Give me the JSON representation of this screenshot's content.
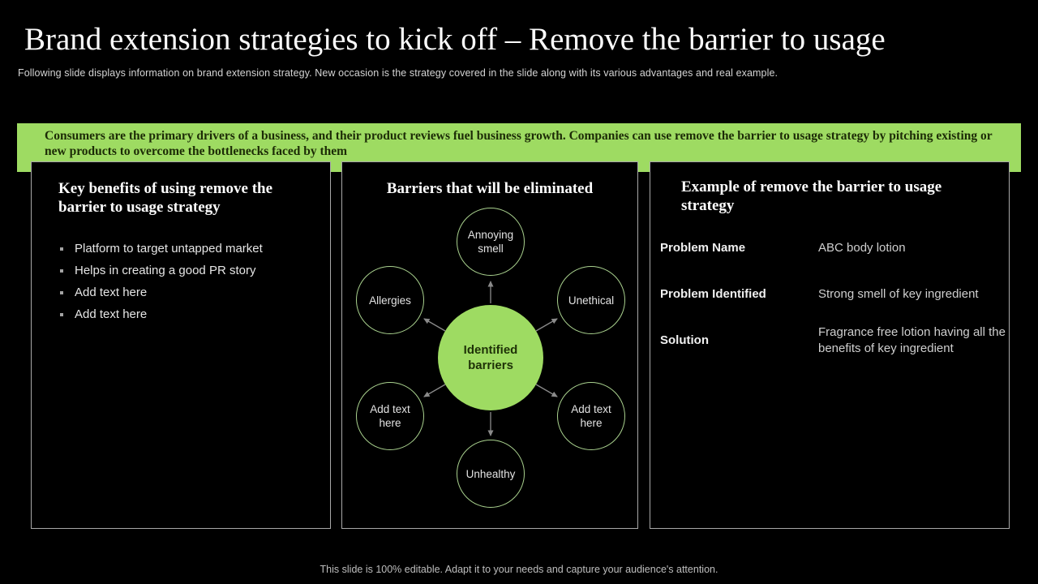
{
  "slide": {
    "title": "Brand extension strategies to kick off – Remove the barrier to usage",
    "subtitle": "Following slide displays information on brand extension strategy. New occasion is the strategy covered in the slide along with its various advantages and real example.",
    "banner": "Consumers are the primary drivers of a business, and their product reviews fuel business growth. Companies can use remove the barrier to usage strategy by pitching existing or new products to overcome the bottlenecks faced by them",
    "footer": "This slide is 100% editable. Adapt it to your needs and capture your audience's attention."
  },
  "colors": {
    "accent_green": "#9edb62",
    "banner_text": "#1c2b06",
    "panel_border": "#a8a8a8",
    "circle_border": "#a9d18e",
    "arrow_gray": "#8a8a8a"
  },
  "benefits_panel": {
    "title": "Key benefits of using remove the barrier to usage strategy",
    "items": [
      "Platform to target untapped market",
      "Helps in creating a good PR story",
      "Add text here",
      "Add text here"
    ]
  },
  "barriers_panel": {
    "title": "Barriers that will be eliminated",
    "center": "Identified barriers",
    "nodes": [
      "Annoying smell",
      "Allergies",
      "Unethical",
      "Add text here",
      "Add text here",
      "Unhealthy"
    ]
  },
  "example_panel": {
    "title": "Example of remove the barrier to usage strategy",
    "rows": [
      {
        "label": "Problem Name",
        "value": "ABC body lotion"
      },
      {
        "label": "Problem Identified",
        "value": "Strong smell of key ingredient"
      },
      {
        "label": "Solution",
        "value": "Fragrance free lotion having all the benefits of key ingredient"
      }
    ]
  }
}
